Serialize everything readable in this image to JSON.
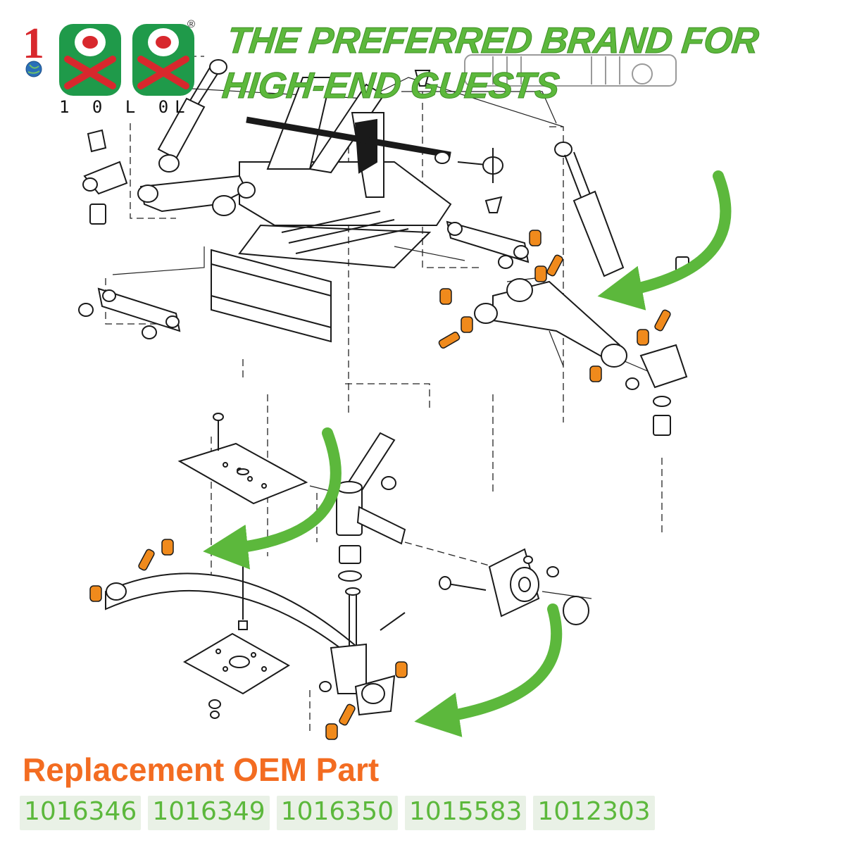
{
  "brand": {
    "logo_caption": "1 0 L 0L",
    "registered_mark": "®",
    "colors": {
      "red": "#d8282d",
      "green": "#1f9a4a",
      "globe": "#2a6fb8"
    }
  },
  "slogan": "THE PREFERRED BRAND FOR HIGH-END GUESTS",
  "footer": {
    "title": "Replacement OEM Part",
    "part_numbers": [
      "1016346",
      "1016349",
      "1016350",
      "1015583",
      "1012303"
    ]
  },
  "colors": {
    "bushing": "#f08a1c",
    "arrow": "#5cb83c",
    "title_orange": "#f36c21",
    "linework": "#1a1a1a"
  },
  "icons": [
    "brand-logo",
    "globe-icon",
    "curved-arrow-icon"
  ]
}
